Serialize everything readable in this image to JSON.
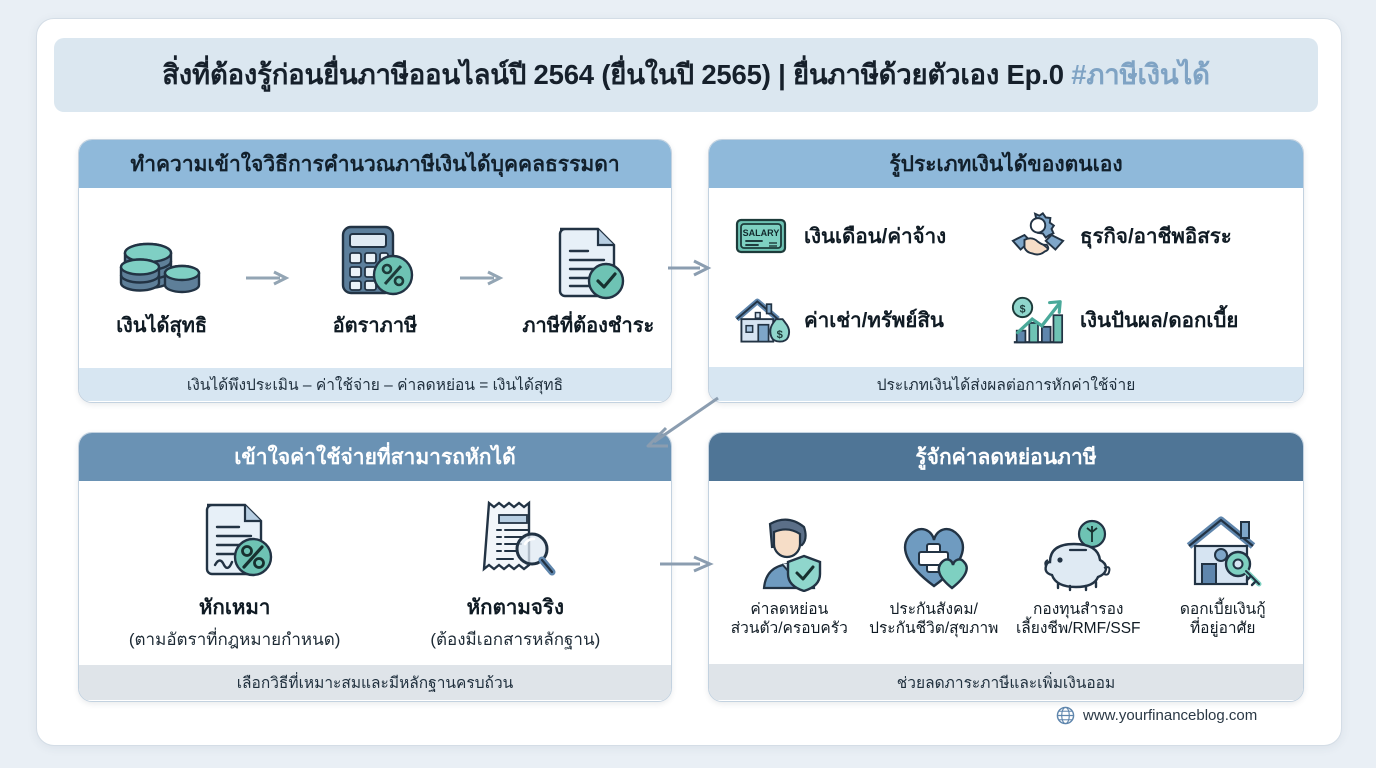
{
  "page": {
    "title_main": "สิ่งที่ต้องรู้ก่อนยื่นภาษีออนไลน์ปี 2564 (ยื่นในปี 2565) | ยื่นภาษีด้วยตัวเอง Ep.0 ",
    "title_hashtag": "#ภาษีเงินได้",
    "website": "www.yourfinanceblog.com"
  },
  "colors": {
    "page_bg": "#e9eff5",
    "title_bg": "#dbe7f0",
    "header_light": "#8fb9da",
    "header_mid": "#6a92b4",
    "header_dark": "#4f7596",
    "footer_blue": "#d7e6f2",
    "footer_grey": "#dfe4e9",
    "accent_teal": "#6ec3b4",
    "accent_slate": "#5a7d9e"
  },
  "cards": {
    "calc": {
      "header": "ทำความเข้าใจวิธีการคำนวณภาษีเงินได้บุคคลธรรมดา",
      "steps": [
        {
          "label": "เงินได้สุทธิ",
          "icon": "coin-stack-icon"
        },
        {
          "label": "อัตราภาษี",
          "icon": "calculator-percent-icon"
        },
        {
          "label": "ภาษีที่ต้องชำระ",
          "icon": "document-check-icon"
        }
      ],
      "footer": "เงินได้พึงประเมิน – ค่าใช้จ่าย – ค่าลดหย่อน = เงินได้สุทธิ"
    },
    "income_types": {
      "header": "รู้ประเภทเงินได้ของตนเอง",
      "items": [
        {
          "label": "เงินเดือน/ค่าจ้าง",
          "icon": "salary-ticket-icon"
        },
        {
          "label": "ธุรกิจ/อาชีพอิสระ",
          "icon": "handshake-gear-icon"
        },
        {
          "label": "ค่าเช่า/ทรัพย์สิน",
          "icon": "house-moneybag-icon"
        },
        {
          "label": "เงินปันผล/ดอกเบี้ย",
          "icon": "growth-chart-coin-icon"
        }
      ],
      "footer": "ประเภทเงินได้ส่งผลต่อการหักค่าใช้จ่าย"
    },
    "expenses": {
      "header": "เข้าใจค่าใช้จ่ายที่สามารถหักได้",
      "methods": [
        {
          "title": "หักเหมา",
          "subtitle": "(ตามอัตราที่กฎหมายกำหนด)",
          "icon": "document-percent-icon"
        },
        {
          "title": "หักตามจริง",
          "subtitle": "(ต้องมีเอกสารหลักฐาน)",
          "icon": "receipt-magnifier-icon"
        }
      ],
      "footer": "เลือกวิธีที่เหมาะสมและมีหลักฐานครบถ้วน"
    },
    "deductions": {
      "header": "รู้จักค่าลดหย่อนภาษี",
      "items": [
        {
          "label": "ค่าลดหย่อน\nส่วนตัว/ครอบครัว",
          "icon": "person-shield-icon"
        },
        {
          "label": "ประกันสังคม/\nประกันชีวิต/สุขภาพ",
          "icon": "heart-cross-icon"
        },
        {
          "label": "กองทุนสำรอง\nเลี้ยงชีพ/RMF/SSF",
          "icon": "piggy-bank-icon"
        },
        {
          "label": "ดอกเบี้ยเงินกู้\nที่อยู่อาศัย",
          "icon": "house-key-icon"
        }
      ],
      "footer": "ช่วยลดภาระภาษีและเพิ่มเงินออม"
    }
  },
  "connectors": [
    {
      "name": "arrow-calc-to-income",
      "direction": "right"
    },
    {
      "name": "arrow-income-to-expenses",
      "direction": "down-left"
    },
    {
      "name": "arrow-expenses-to-deductions",
      "direction": "right"
    }
  ]
}
